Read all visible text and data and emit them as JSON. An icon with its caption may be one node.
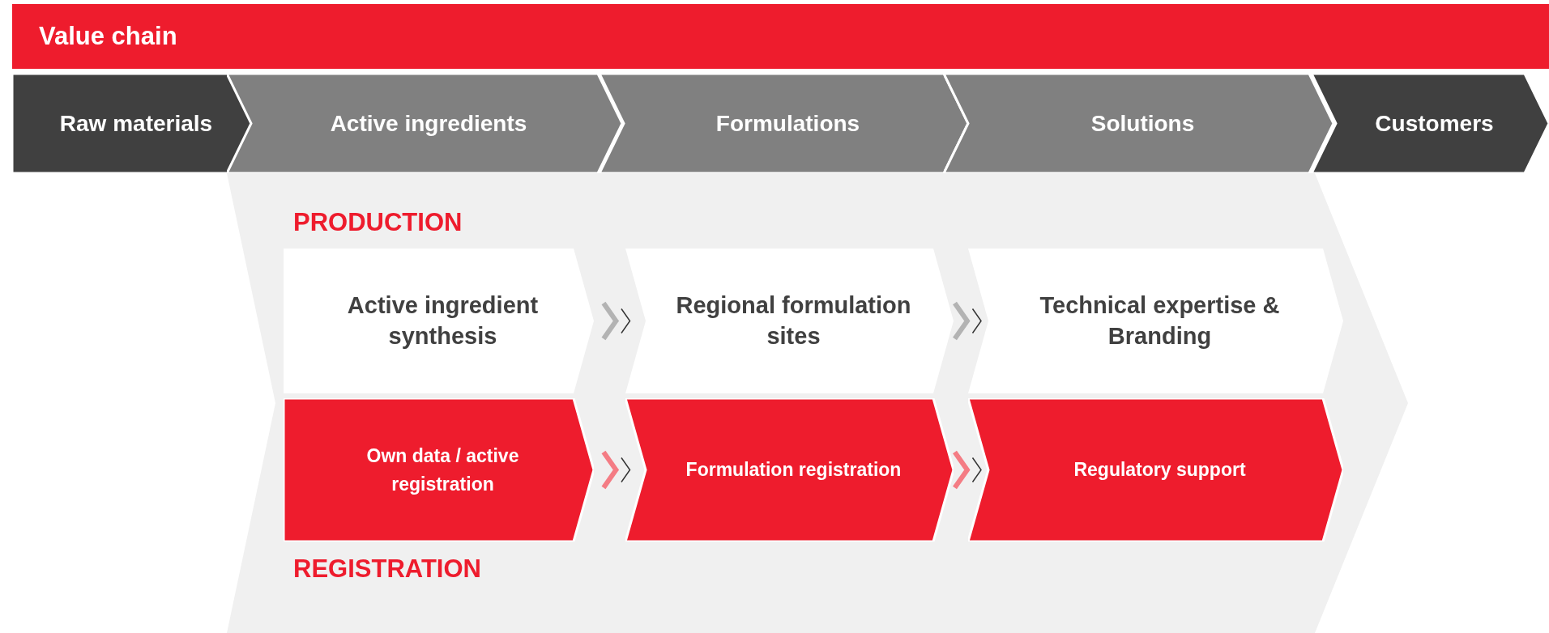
{
  "diagram": {
    "title": "Value chain",
    "nodes": [
      {
        "text": [
          "Raw materials"
        ]
      },
      {
        "text": [
          "Active ingredients"
        ]
      },
      {
        "text": [
          "Formulations"
        ]
      },
      {
        "text": [
          "Solutions"
        ]
      },
      {
        "text": [
          "Customers"
        ]
      },
      {
        "text": [],
        "shape": "chevron"
      },
      {
        "text": [
          "Active ingredient synthesis"
        ],
        "in": 5
      },
      {
        "text": [
          "Regional formulation sites"
        ],
        "in": 5
      },
      {
        "text": [
          "Technical expertise & Branding"
        ],
        "in": 5
      },
      {
        "text": [
          "Own data / active registration"
        ],
        "in": 5
      },
      {
        "text": [
          "Formulation registration"
        ],
        "in": 5
      },
      {
        "text": [
          "Regulatory support"
        ],
        "in": 5
      }
    ],
    "edges": [
      {
        "from": 6,
        "to": 7,
        "arrow": "to"
      },
      {
        "from": 7,
        "to": 8,
        "arrow": "to"
      },
      {
        "from": 9,
        "to": 10,
        "arrow": "to",
        "color": "#f47c84"
      },
      {
        "from": 10,
        "to": 11,
        "arrow": "to",
        "color": "#f47c84"
      }
    ],
    "labels": [
      "PRODUCTION",
      "REGISTRATION"
    ]
  }
}
